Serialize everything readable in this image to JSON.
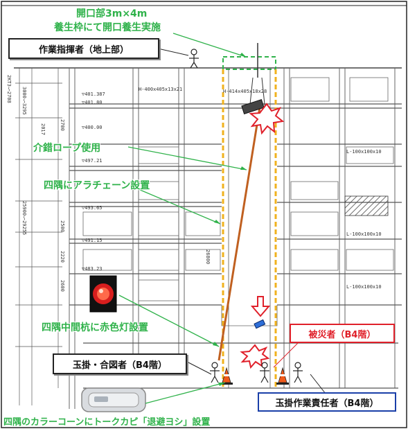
{
  "colors": {
    "green_text": "#2fb24a",
    "orange_column": "#f0b21e",
    "rope": "#c06020",
    "red_alert": "#e0202a",
    "blue_frame": "#1a3fa8",
    "drawing_line": "#555555"
  },
  "labels": {
    "opening_line1": "開口部3m×4m",
    "opening_line2": "養生枠にて開口養生実施",
    "guide_rope": "介錯ロープ使用",
    "armor_chain": "四隅にアラチェーン設置",
    "red_light": "四隅中間杭に赤色灯設置",
    "talking_cone": "四隅のカラーコーンにトークカピ「退避ヨシ」設置"
  },
  "boxes": {
    "supervisor": "作業指揮者（地上部）",
    "victim": "被災者（B4階）",
    "signaler": "玉掛・合図者（B4階）",
    "rigging_manager": "玉掛作業責任者（B4階）"
  },
  "drawing": {
    "elevations": [
      "▽401.387",
      "▽401.80",
      "▽400.00",
      "▽497.21",
      "▽493.65",
      "▽491.15",
      "▽483.23"
    ],
    "left_dims": [
      "2KT3～2708",
      "3000～3295",
      "2700",
      "2017",
      "2500",
      "25900～29255",
      "2220",
      "2600"
    ],
    "beam_notes": [
      "H-400x405x13x21",
      "H-414x405x18x28",
      "L-100x100x10",
      "L-100x100x10",
      "L-100x100x10"
    ],
    "height_note": "26800"
  },
  "icons": [
    "stick-figure-icon",
    "traffic-cone-icon",
    "red-warning-lamp-icon",
    "talking-device-icon",
    "impact-burst-icon",
    "down-arrow-icon",
    "crane-bucket-icon"
  ]
}
